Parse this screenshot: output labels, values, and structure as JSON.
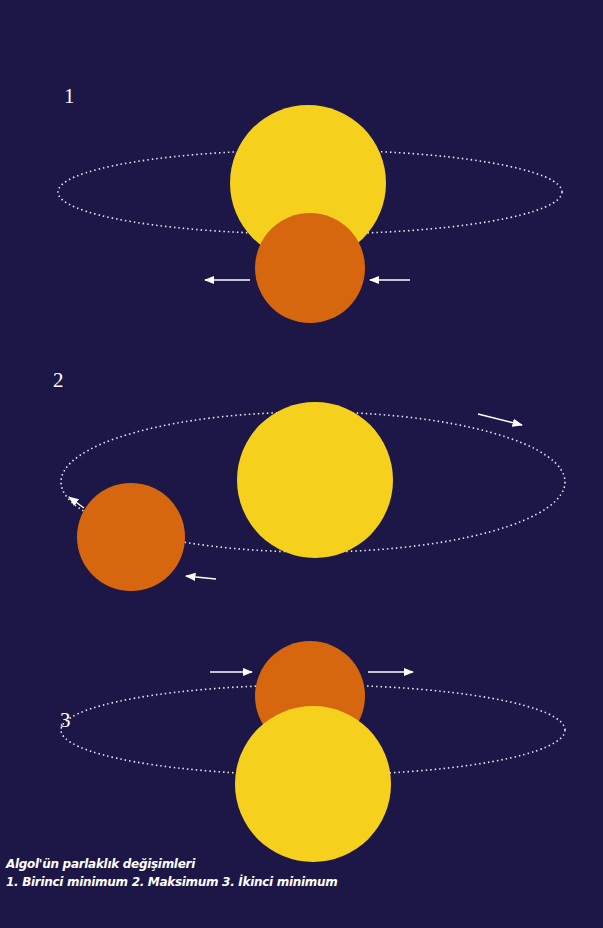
{
  "diagram": {
    "caption": "Algol'ün parlaklık değişimleri",
    "labels": [
      "1",
      "2",
      "3",
      "1. Birinci minimum 2. Maksimum 3. İkinci minimum"
    ]
  }
}
